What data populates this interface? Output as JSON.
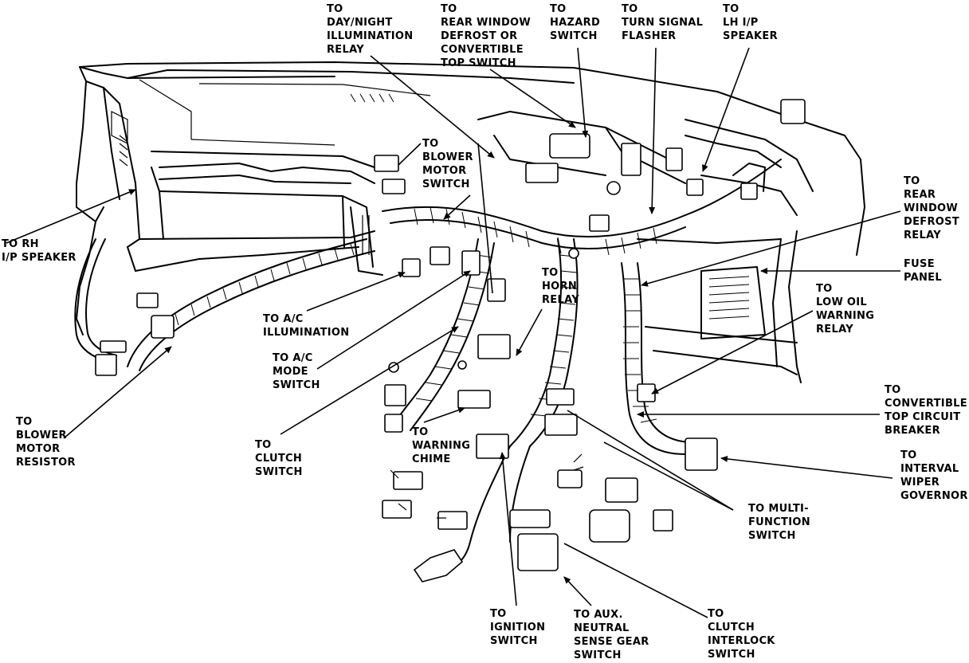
{
  "labels": {
    "rh_speaker": "TO RH\nI/P SPEAKER",
    "blower_motor_resistor": "TO\nBLOWER\nMOTOR\nRESISTOR",
    "day_night_relay": "TO\nDAY/NIGHT\nILLUMINATION\nRELAY",
    "rear_window_defrost_switch": "TO\nREAR WINDOW\nDEFROST OR\nCONVERTIBLE\nTOP SWITCH",
    "hazard_switch": "TO\nHAZARD\nSWITCH",
    "turn_signal_flasher": "TO\nTURN SIGNAL\nFLASHER",
    "lh_speaker": "TO\nLH I/P\nSPEAKER",
    "blower_motor_switch": "TO\nBLOWER\nMOTOR\nSWITCH",
    "rear_window_defrost_relay": "TO\nREAR\nWINDOW\nDEFROST\nRELAY",
    "fuse_panel": "FUSE\nPANEL",
    "low_oil_relay": "TO\nLOW OIL\nWARNING\nRELAY",
    "ac_illumination": "TO A/C\nILLUMINATION",
    "ac_mode_switch": "TO A/C\nMODE\nSWITCH",
    "horn_relay": "TO\nHORN\nRELAY",
    "clutch_switch": "TO\nCLUTCH\nSWITCH",
    "warning_chime": "TO\nWARNING\nCHIME",
    "convertible_breaker": "TO\nCONVERTIBLE\nTOP CIRCUIT\nBREAKER",
    "interval_wiper": "TO\nINTERVAL\nWIPER\nGOVERNOR",
    "multi_function_switch": "TO MULTI-\nFUNCTION\nSWITCH",
    "ignition_switch": "TO\nIGNITION\nSWITCH",
    "aux_neutral_switch": "TO AUX.\nNEUTRAL\nSENSE GEAR\nSWITCH",
    "clutch_interlock_switch": "TO\nCLUTCH\nINTERLOCK\nSWITCH"
  }
}
